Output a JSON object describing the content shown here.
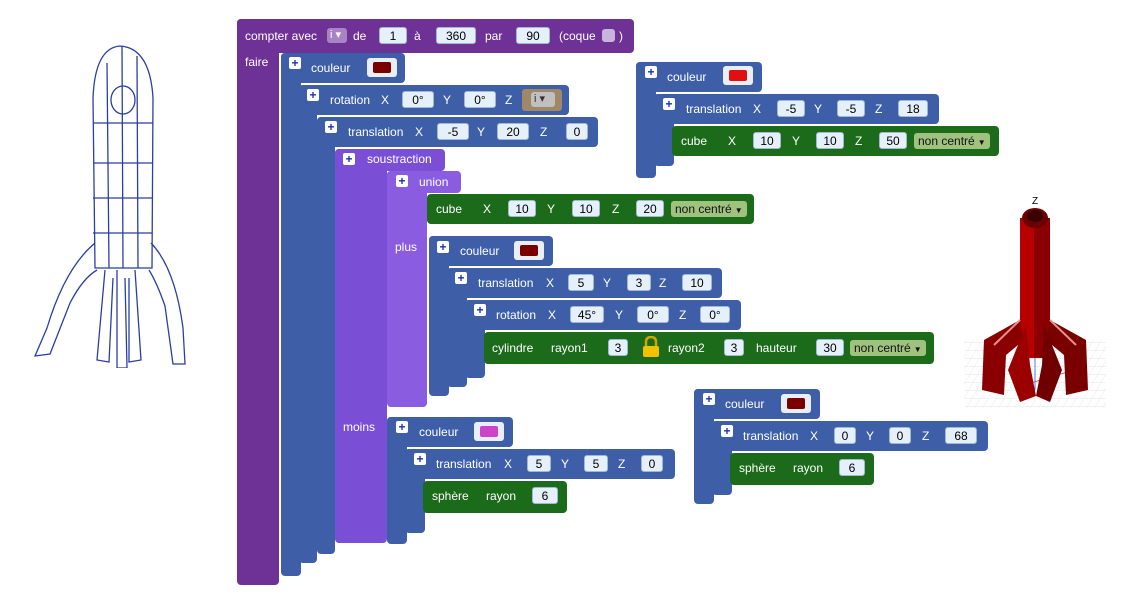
{
  "loop": {
    "label": "compter avec",
    "var": "i",
    "de": "de",
    "from": "1",
    "a": "à",
    "to": "360",
    "par": "par",
    "step": "90",
    "coque": "(coque",
    "coque_close": ")",
    "do": "faire"
  },
  "couleur_label": "couleur",
  "rotation1": {
    "label": "rotation",
    "x_label": "X",
    "x": "0°",
    "y_label": "Y",
    "y": "0°",
    "z_label": "Z",
    "z": "i"
  },
  "translation1": {
    "label": "translation",
    "x_label": "X",
    "x": "-5",
    "y_label": "Y",
    "y": "20",
    "z_label": "Z",
    "z": "0"
  },
  "soustraction": "soustraction",
  "union": "union",
  "plus": "plus",
  "moins": "moins",
  "cube1": {
    "label": "cube",
    "x_label": "X",
    "x": "10",
    "y_label": "Y",
    "y": "10",
    "z_label": "Z",
    "z": "20",
    "mode": "non centré"
  },
  "translation2": {
    "label": "translation",
    "x_label": "X",
    "x": "5",
    "y_label": "Y",
    "y": "3",
    "z_label": "Z",
    "z": "10"
  },
  "rotation2": {
    "label": "rotation",
    "x_label": "X",
    "x": "45°",
    "y_label": "Y",
    "y": "0°",
    "z_label": "Z",
    "z": "0°"
  },
  "cylindre": {
    "label": "cylindre",
    "r1_label": "rayon1",
    "r1": "3",
    "r2_label": "rayon2",
    "r2": "3",
    "h_label": "hauteur",
    "h": "30",
    "mode": "non centré"
  },
  "translation3": {
    "label": "translation",
    "x_label": "X",
    "x": "5",
    "y_label": "Y",
    "y": "5",
    "z_label": "Z",
    "z": "0"
  },
  "sphere1": {
    "label": "sphère",
    "r_label": "rayon",
    "r": "6"
  },
  "translation4": {
    "label": "translation",
    "x_label": "X",
    "x": "-5",
    "y_label": "Y",
    "y": "-5",
    "z_label": "Z",
    "z": "18"
  },
  "cube2": {
    "label": "cube",
    "x_label": "X",
    "x": "10",
    "y_label": "Y",
    "y": "10",
    "z_label": "Z",
    "z": "50",
    "mode": "non centré"
  },
  "translation5": {
    "label": "translation",
    "x_label": "X",
    "x": "0",
    "y_label": "Y",
    "y": "0",
    "z_label": "Z",
    "z": "68"
  },
  "sphere2": {
    "label": "sphère",
    "r_label": "rayon",
    "r": "6"
  },
  "preview_axis": "Z",
  "colors": {
    "dark_red": "#7a0000",
    "red": "#e01010",
    "magenta": "#cc44cc",
    "var_gray": "#c0c0c0"
  }
}
